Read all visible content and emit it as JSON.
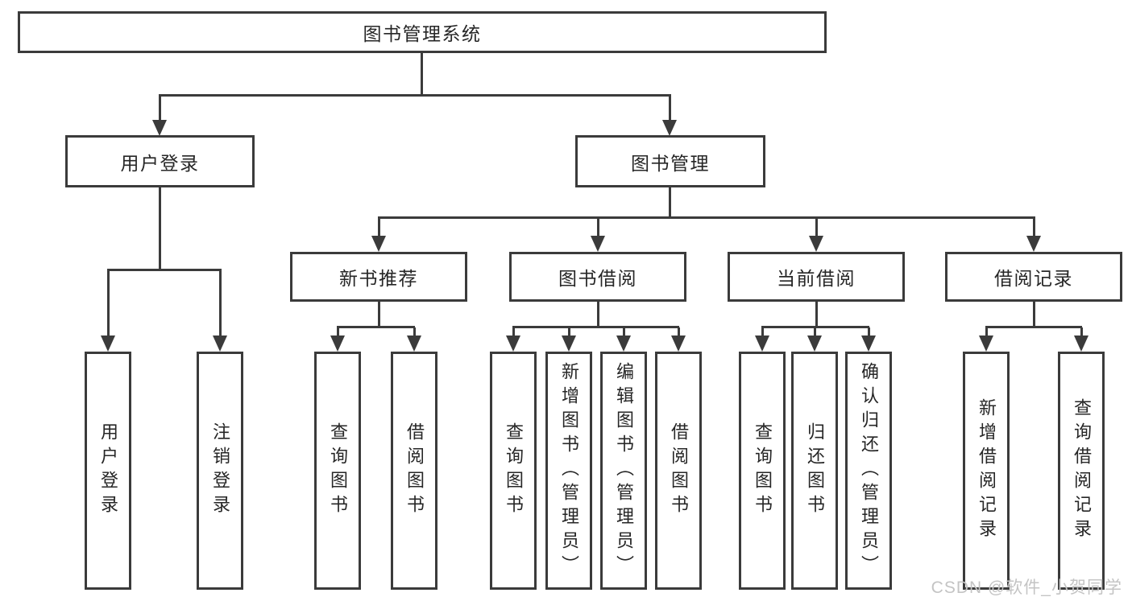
{
  "root": {
    "label": "图书管理系统"
  },
  "level2": {
    "user_login": "用户登录",
    "book_management": "图书管理"
  },
  "level3": {
    "new_book_recommend": "新书推荐",
    "book_borrow": "图书借阅",
    "current_borrow": "当前借阅",
    "borrow_record": "借阅记录"
  },
  "leaves": {
    "user_login": [
      "用户登录",
      "注销登录"
    ],
    "new_book_recommend": [
      "查询图书",
      "借阅图书"
    ],
    "book_borrow": [
      "查询图书",
      "新增图书（管理员）",
      "编辑图书（管理员）",
      "借阅图书"
    ],
    "current_borrow": [
      "查询图书",
      "归还图书",
      "确认归还（管理员）"
    ],
    "borrow_record": [
      "新增借阅记录",
      "查询借阅记录"
    ]
  },
  "watermark": "CSDN @软件_小贺同学",
  "colors": {
    "line": "#3b3b3b",
    "text": "#262626",
    "watermark": "#c4c4c4",
    "background": "#ffffff"
  }
}
